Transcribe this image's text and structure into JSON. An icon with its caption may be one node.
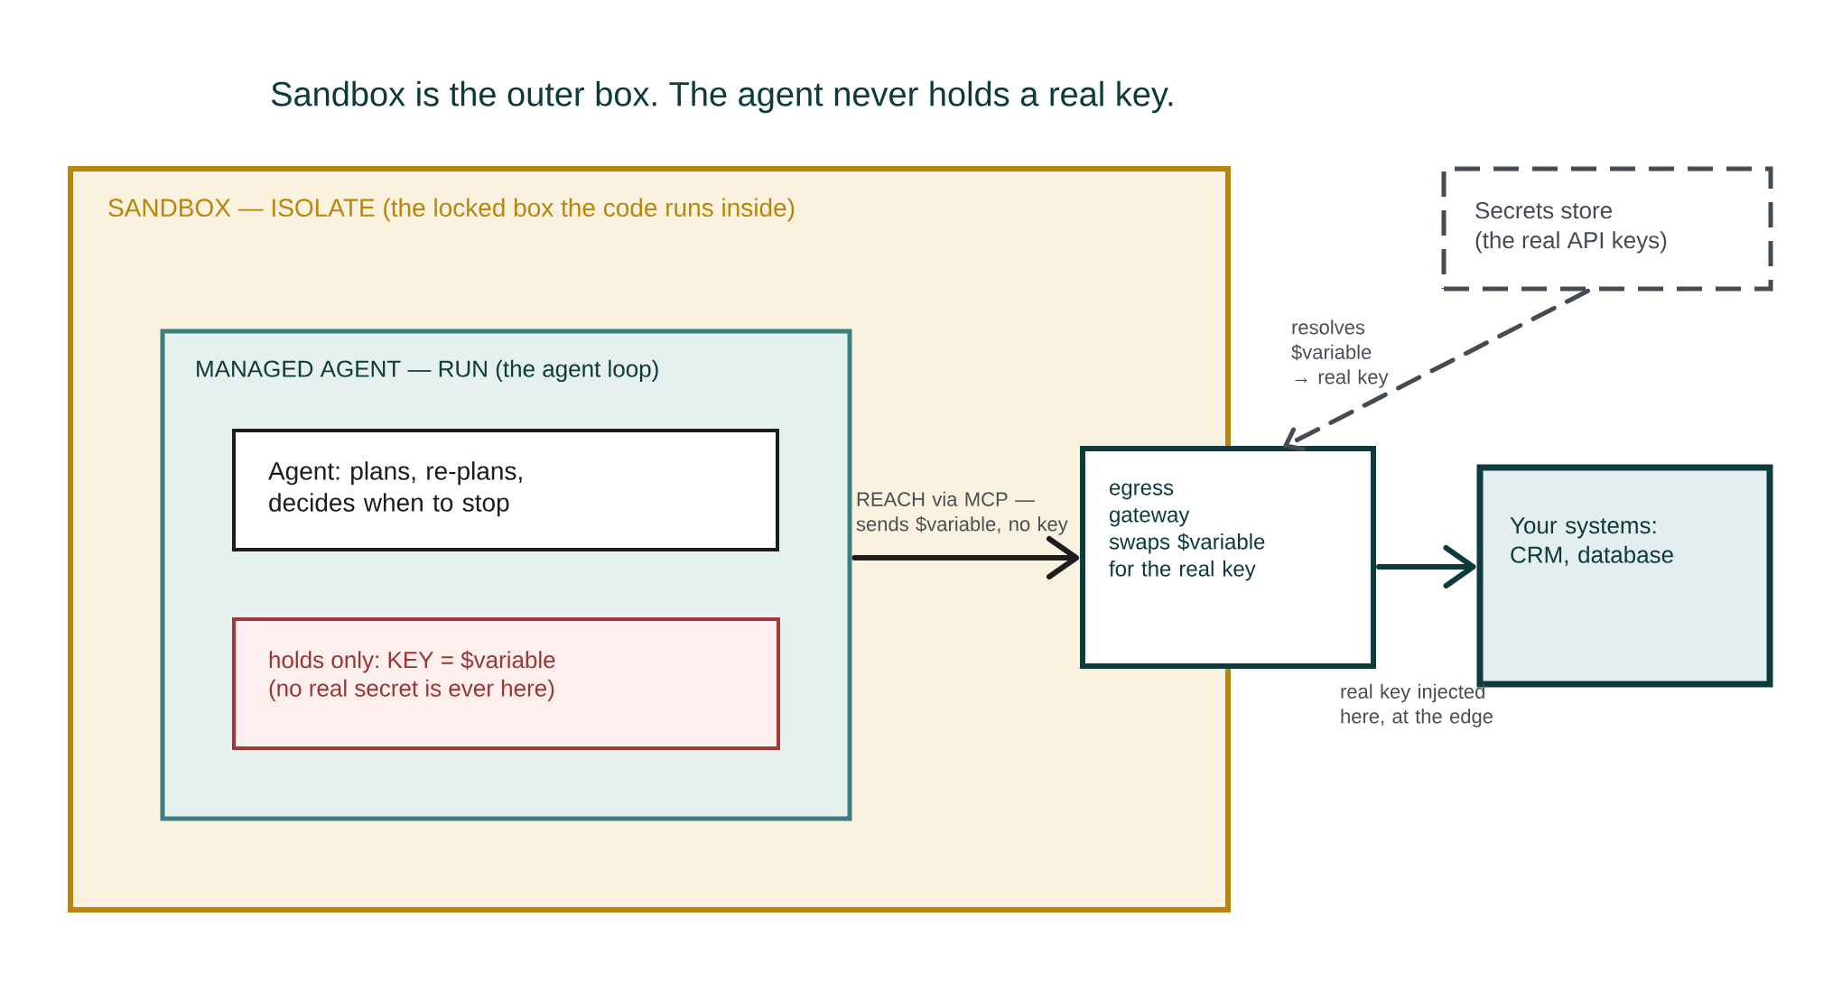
{
  "diagram": {
    "title": "Sandbox is the outer box. The agent never holds a real key.",
    "nodes": [
      {
        "text": [
          "SANDBOX — ISOLATE (the locked box the code runs inside)"
        ]
      },
      {
        "text": [
          "MANAGED AGENT — RUN (the agent loop)"
        ],
        "in": 0
      },
      {
        "text": [
          "Agent: plans, re-plans, decides when to stop"
        ],
        "in": 1
      },
      {
        "text": [
          "holds only: KEY = $variable",
          "(no real secret is ever here)"
        ],
        "in": 1
      },
      {
        "text": [
          "Secrets store",
          "(the real API keys)"
        ]
      },
      {
        "text": [
          "egress gateway",
          "swaps $variable for the real key"
        ]
      },
      {
        "text": [
          "Your systems: CRM, database"
        ]
      }
    ],
    "edges": [
      {
        "from": 1,
        "to": 5,
        "arrow": "to",
        "label": "REACH via MCP — sends $variable, no key",
        "color": "#1c1c1c"
      },
      {
        "from": 5,
        "to": 6,
        "arrow": "to",
        "color": "#0d3b3b"
      },
      {
        "from": 4,
        "to": 5,
        "arrow": "to",
        "label": "resolves $variable → real key",
        "style": "dashed",
        "color": "#454b52"
      }
    ],
    "labels": [
      "real key injected here, at the edge"
    ]
  }
}
